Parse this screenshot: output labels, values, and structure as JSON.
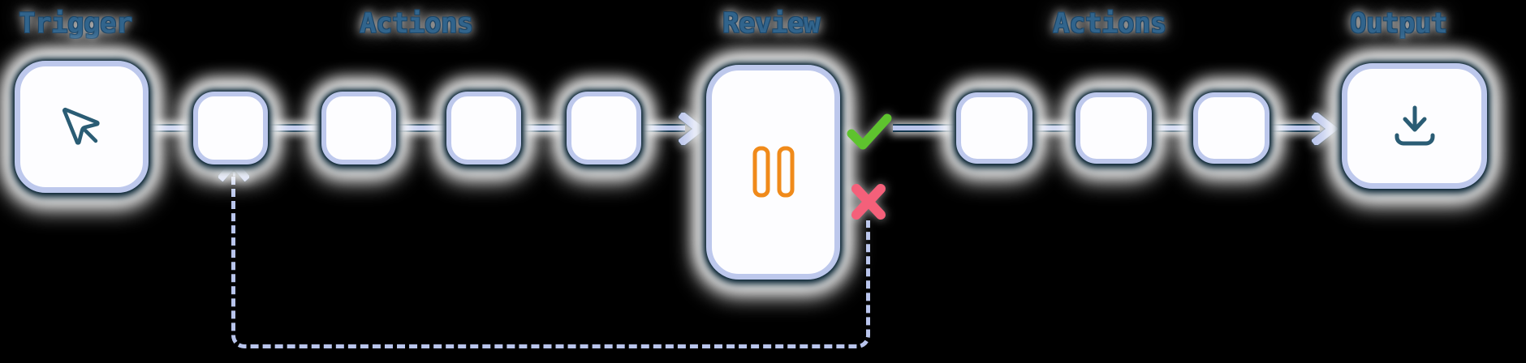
{
  "diagram": {
    "stages": {
      "trigger": "Trigger",
      "actions_left": "Actions",
      "review": "Review",
      "actions_right": "Actions",
      "output": "Output"
    },
    "nodes": [
      {
        "id": "trigger",
        "stage": "Trigger",
        "icon": "mouse-pointer"
      },
      {
        "id": "action-1",
        "stage": "Actions"
      },
      {
        "id": "action-2",
        "stage": "Actions"
      },
      {
        "id": "action-3",
        "stage": "Actions"
      },
      {
        "id": "action-4",
        "stage": "Actions"
      },
      {
        "id": "review",
        "stage": "Review",
        "icon": "pause"
      },
      {
        "id": "action-5",
        "stage": "Actions"
      },
      {
        "id": "action-6",
        "stage": "Actions"
      },
      {
        "id": "action-7",
        "stage": "Actions"
      },
      {
        "id": "output",
        "stage": "Output",
        "icon": "download-tray"
      }
    ],
    "branches": {
      "approve": {
        "icon": "check",
        "from": "review",
        "to": "action-5"
      },
      "reject": {
        "icon": "cross",
        "from": "review",
        "loops_back_to": "action-1",
        "style": "dashed"
      }
    }
  },
  "colors": {
    "background": "#000000",
    "node_fill": "#fdfdff",
    "node_border": "#bdc8ec",
    "line": "#b9c5ec",
    "edge": "#14374d",
    "label": "#31648c",
    "icon": "#2a5c74",
    "check": "#5ec32e",
    "cross": "#f4607a",
    "pause": "#f08a1a"
  }
}
